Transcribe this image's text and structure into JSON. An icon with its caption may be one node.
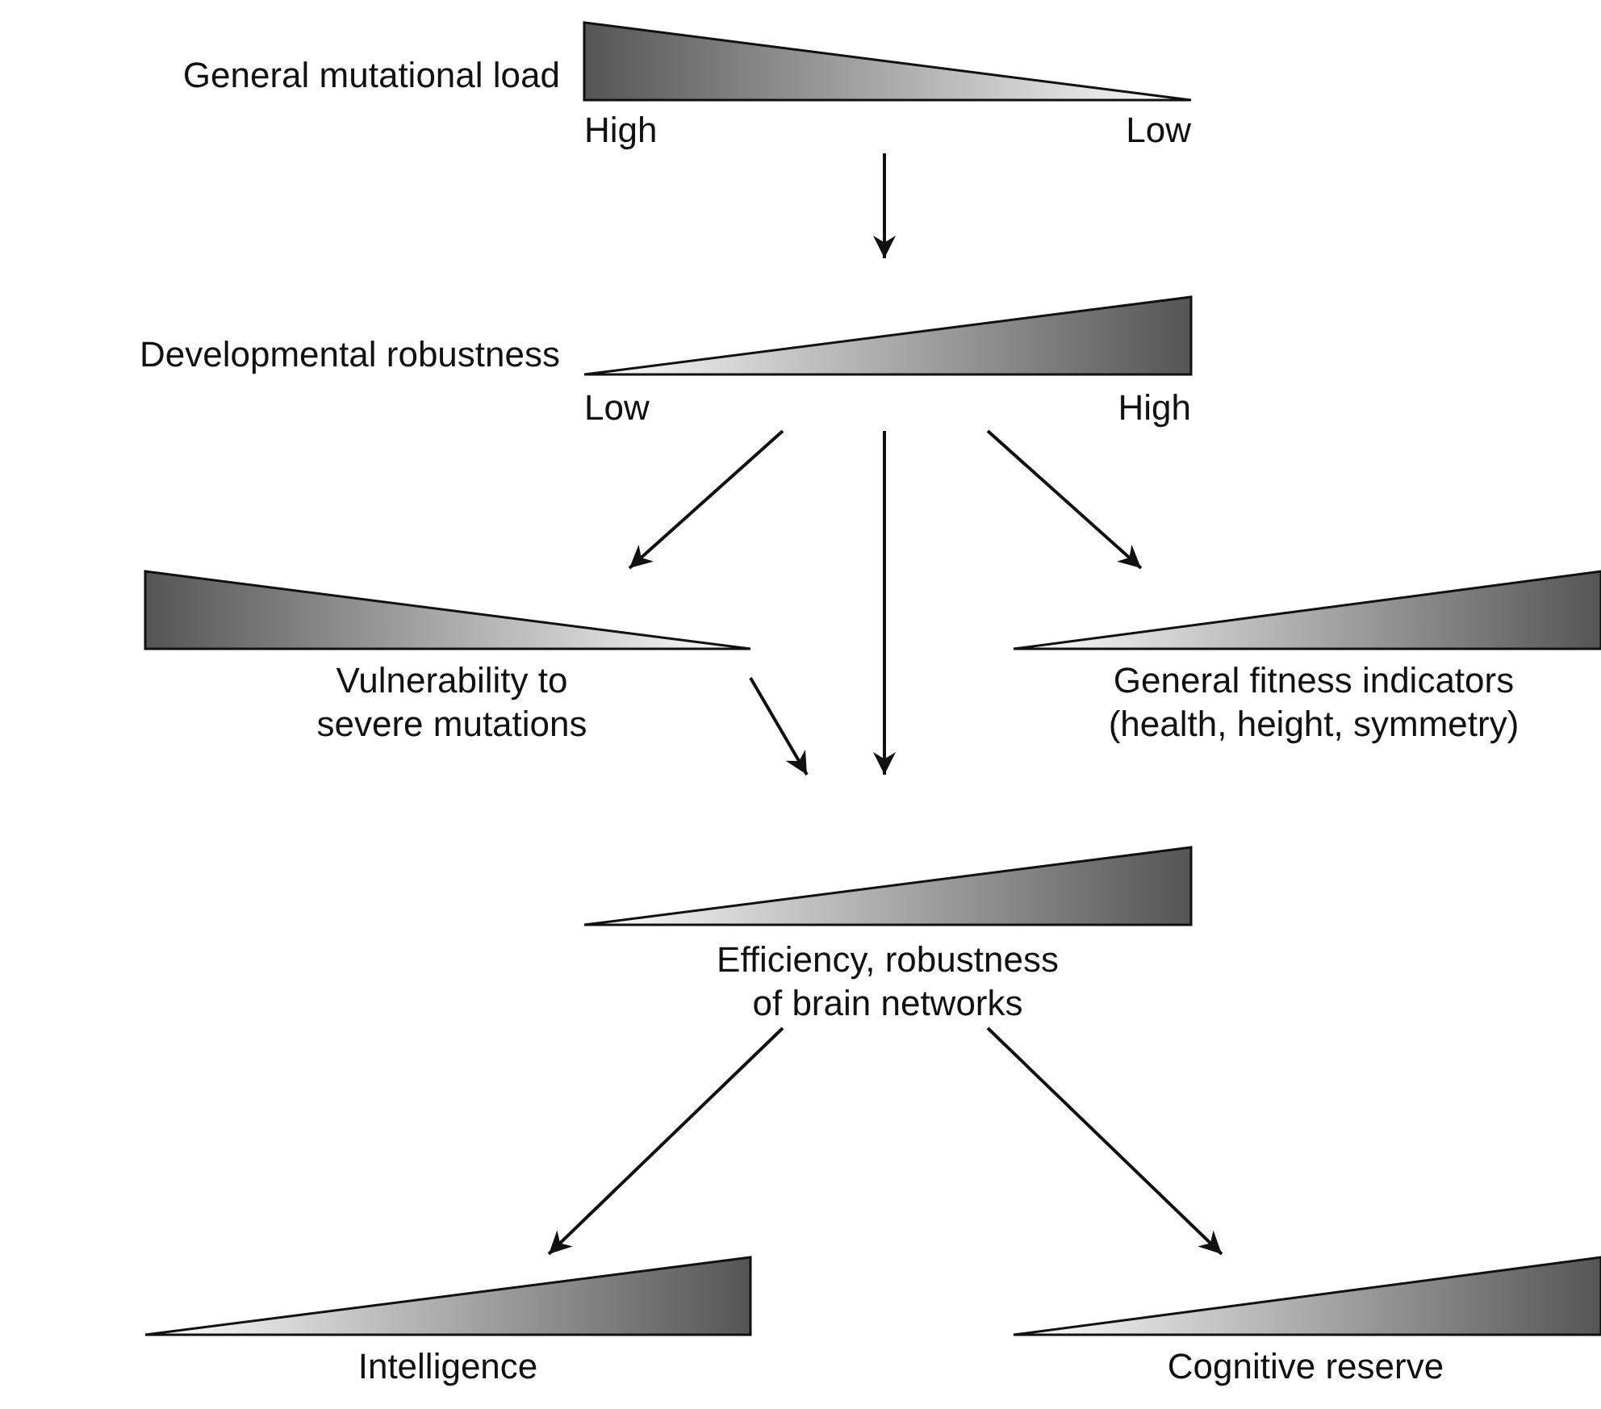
{
  "diagram": {
    "nodes": [
      {
        "text": [
          "General mutational load",
          "High",
          "Low"
        ]
      },
      {
        "text": [
          "Developmental robustness",
          "Low",
          "High"
        ]
      },
      {
        "text": [
          "Vulnerability to severe mutations"
        ]
      },
      {
        "text": [
          "General fitness indicators (health, height, symmetry)"
        ]
      },
      {
        "text": [
          "Efficiency, robustness of brain networks"
        ]
      },
      {
        "text": [
          "Intelligence"
        ]
      },
      {
        "text": [
          "Cognitive reserve"
        ]
      }
    ],
    "edges": [
      {
        "from": 0,
        "to": 1,
        "arrow": "to"
      },
      {
        "from": 1,
        "to": 2,
        "arrow": "to"
      },
      {
        "from": 1,
        "to": 4,
        "arrow": "to"
      },
      {
        "from": 1,
        "to": 3,
        "arrow": "to"
      },
      {
        "from": 2,
        "to": 4,
        "arrow": "to"
      },
      {
        "from": 4,
        "to": 5,
        "arrow": "to"
      },
      {
        "from": 4,
        "to": 6,
        "arrow": "to"
      }
    ]
  }
}
